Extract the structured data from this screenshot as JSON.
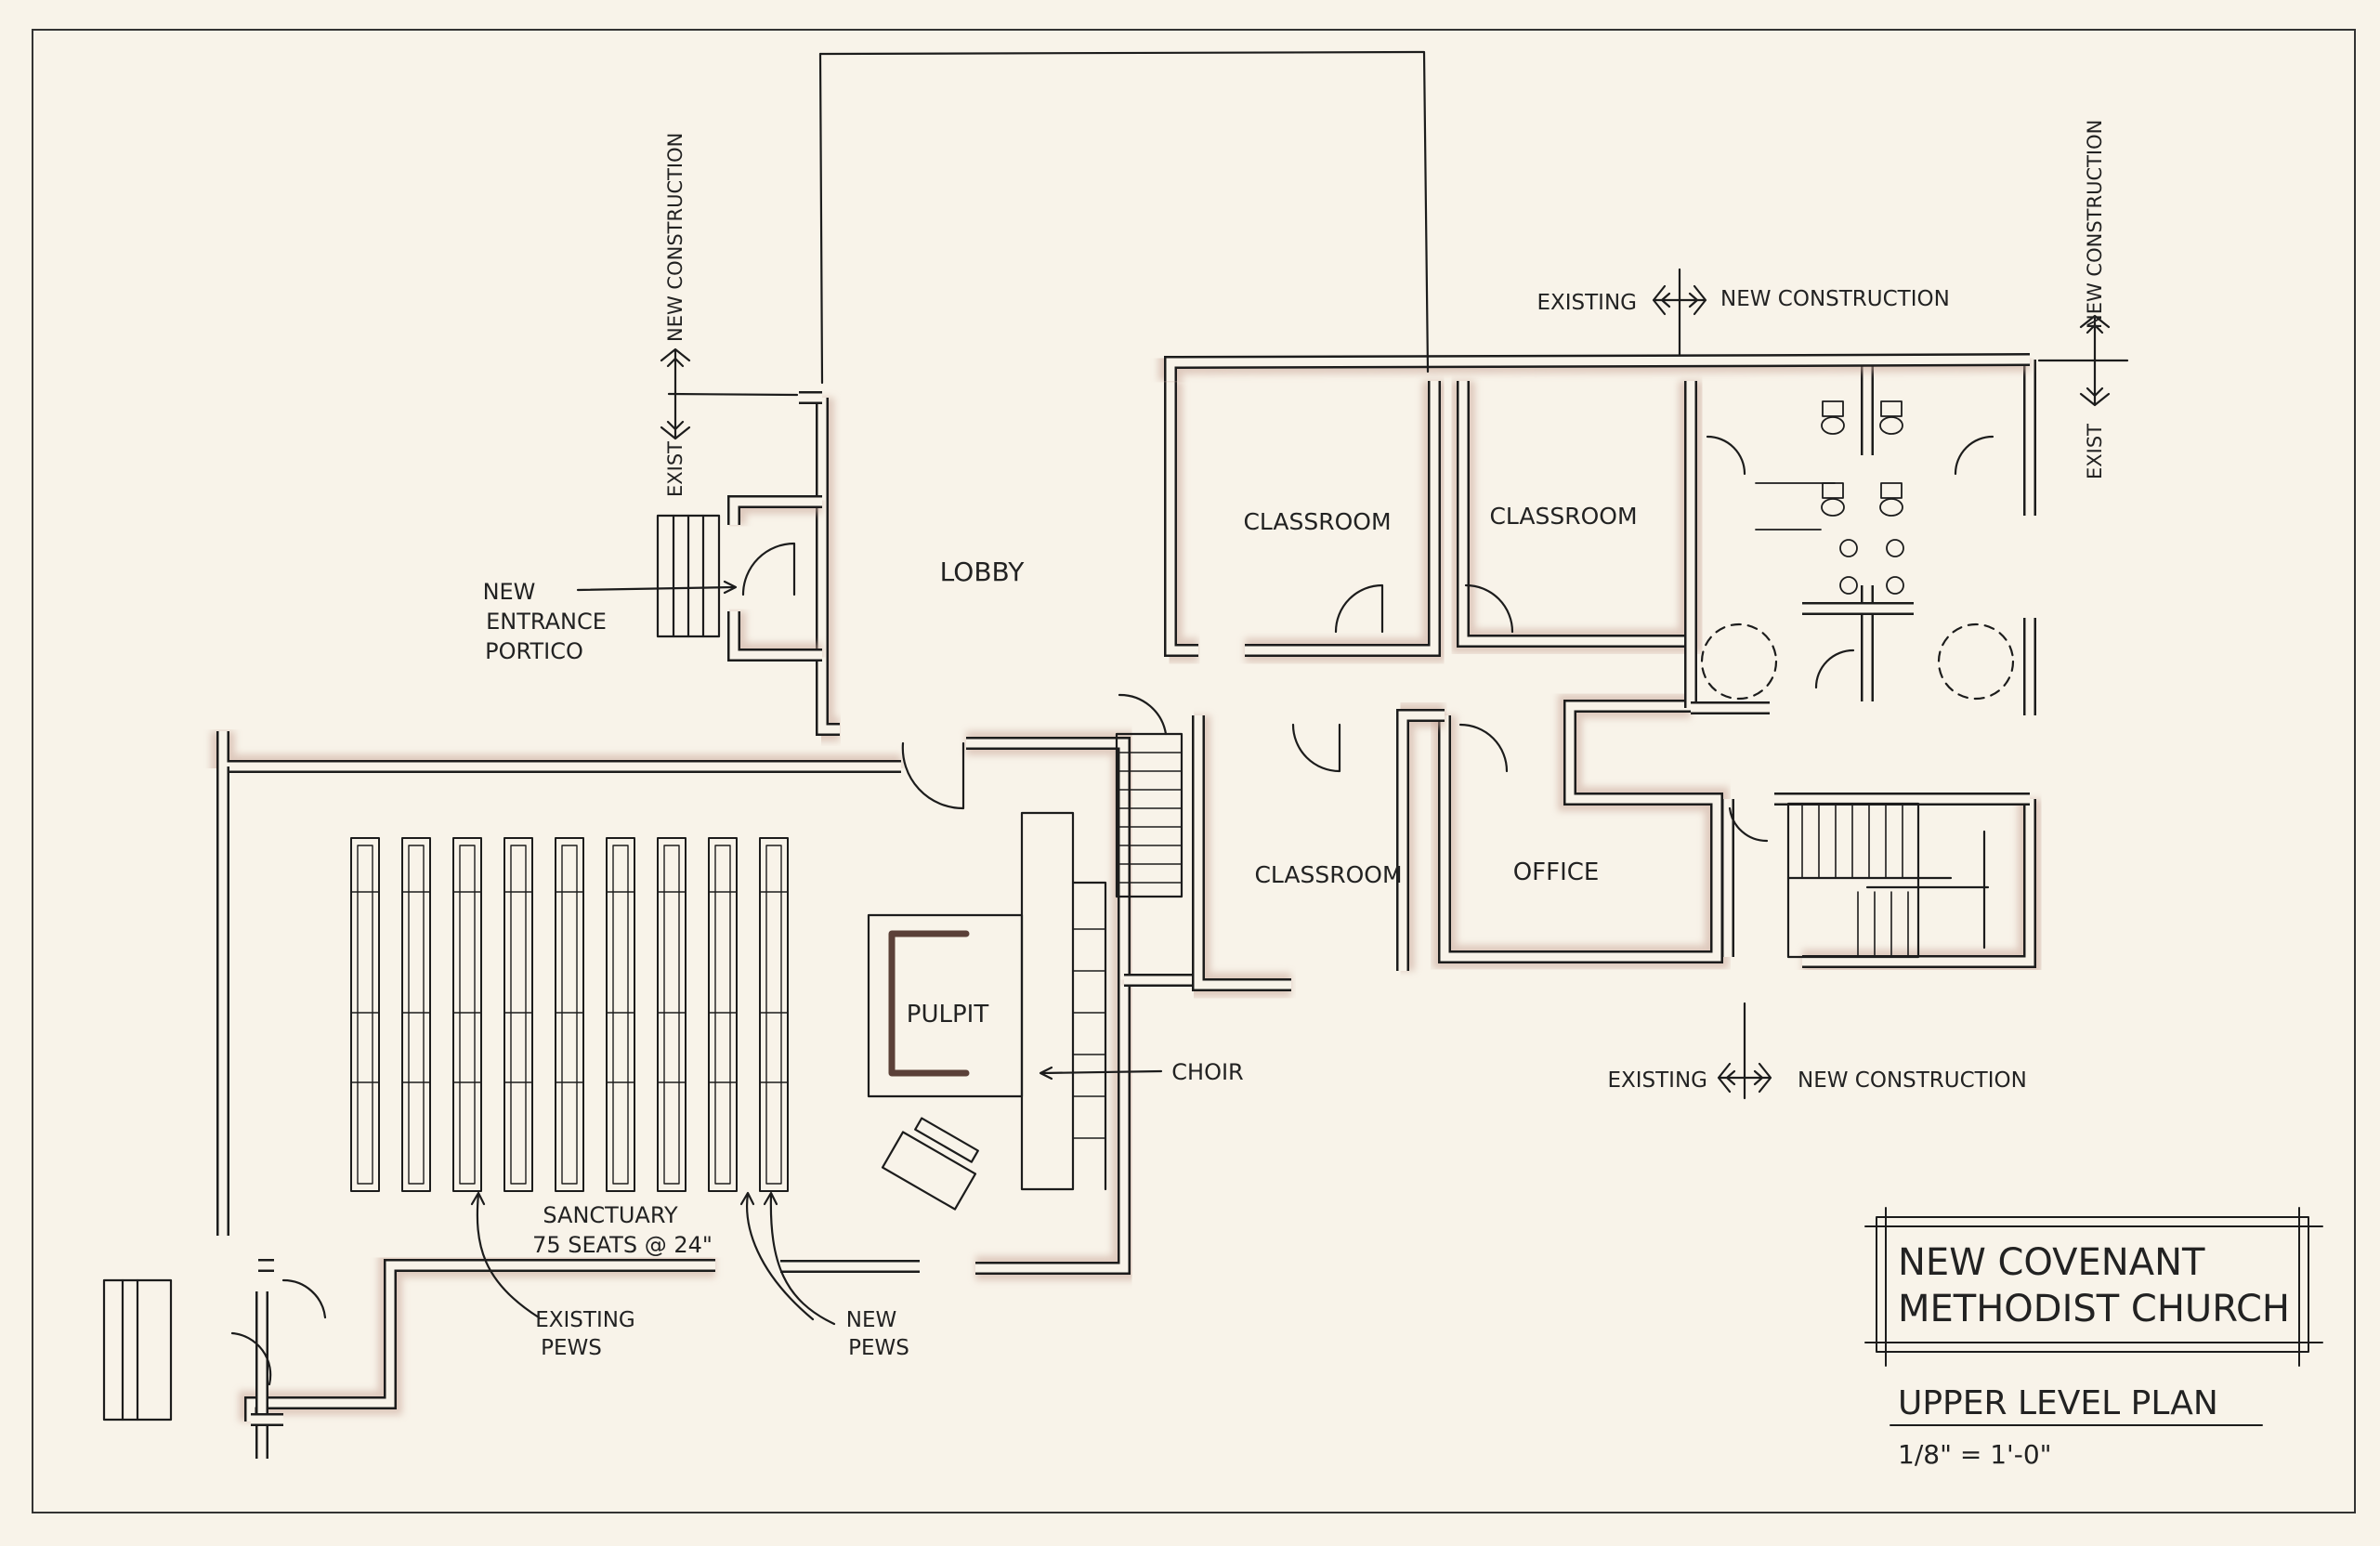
{
  "colors": {
    "paper": "#f8f3e9",
    "wall_fill": "#c9a79a",
    "ink": "#1c1c1c"
  },
  "rooms": {
    "lobby": "LOBBY",
    "classroom_1": "CLASSROOM",
    "classroom_2": "CLASSROOM",
    "classroom_3": "CLASSROOM",
    "office": "OFFICE",
    "pulpit": "PULPIT",
    "choir": "CHOIR"
  },
  "labels": {
    "new_entrance": [
      "NEW",
      "ENTRANCE",
      "PORTICO"
    ],
    "sanctuary": "SANCTUARY",
    "sanctuary_seats": "75 SEATS @ 24\"",
    "existing_pews": [
      "EXISTING",
      "PEWS"
    ],
    "new_pews": [
      "NEW",
      "PEWS"
    ]
  },
  "markers": {
    "top_center": {
      "left": "EXISTING",
      "right": "NEW CONSTRUCTION"
    },
    "bottom_center": {
      "left": "EXISTING",
      "right": "NEW CONSTRUCTION"
    },
    "left_vertical": {
      "lower": "EXIST",
      "upper": "NEW CONSTRUCTION"
    },
    "right_vertical": {
      "lower": "EXIST",
      "upper": "NEW CONSTRUCTION"
    }
  },
  "title_block": {
    "title_line1": "NEW COVENANT",
    "title_line2": "METHODIST CHURCH",
    "plan_name": "UPPER LEVEL PLAN",
    "scale": "1/8\" = 1'-0\""
  },
  "seating": {
    "pew_count": 9
  }
}
